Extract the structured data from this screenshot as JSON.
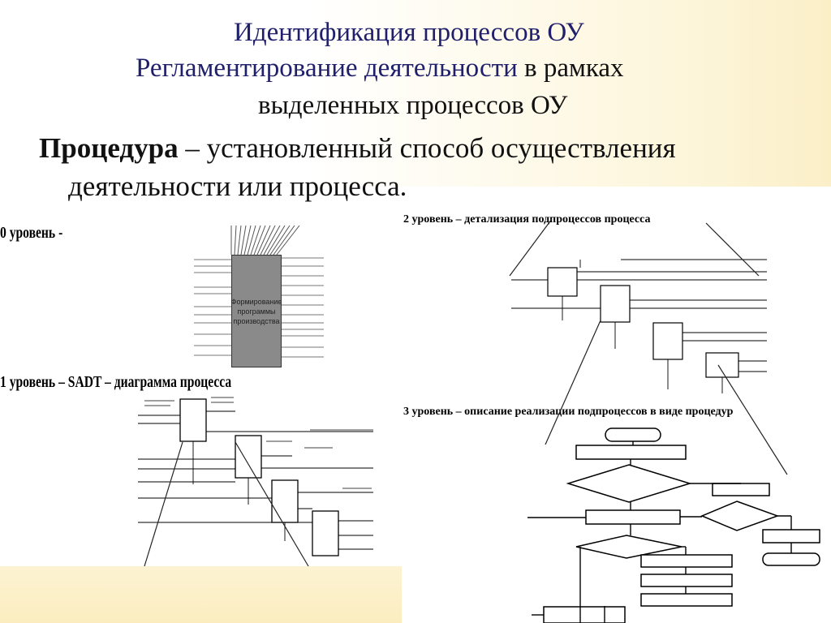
{
  "title": {
    "line1": "Идентификация процессов ОУ",
    "line2_blue": "Регламентирование деятельности",
    "line2_black": " в рамках",
    "line3": "выделенных процессов ОУ",
    "line4_bold": "Процедура",
    "line4_rest": " – установленный способ осуществления",
    "line5": "деятельности или процесса."
  },
  "levels": {
    "level0": "0 уровень  -",
    "level1": "1 уровень – SADT – диаграмма процесса",
    "level2": "2 уровень – детализация подпроцессов процесса",
    "level3": "3 уровень – описание реализации подпроцессов в виде процедур"
  },
  "diagram0": {
    "box_label": "Формирование программы производства"
  },
  "colors": {
    "title_blue": "#1f1f6b",
    "text": "#111111",
    "box_fill": "#8a8a8a",
    "glow": "#fbefc8"
  }
}
